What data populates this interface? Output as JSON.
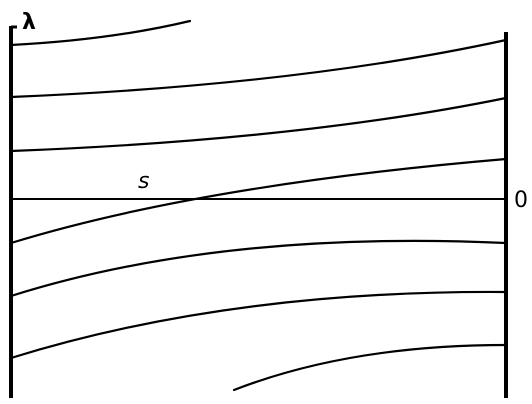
{
  "labels": {
    "lambda": "λ",
    "s": "s",
    "zero": "0"
  }
}
